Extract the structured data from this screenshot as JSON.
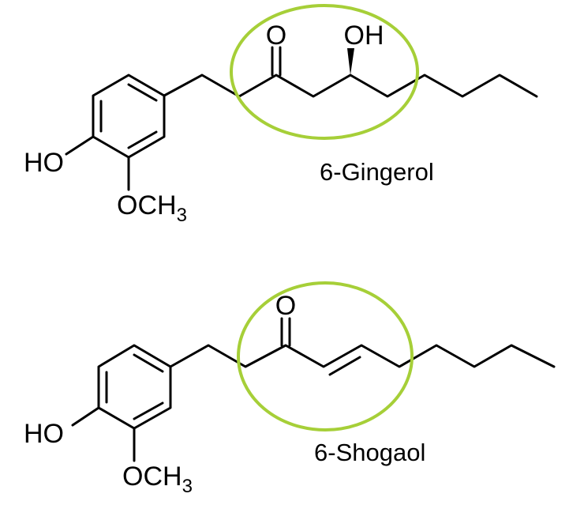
{
  "highlight_color": "#a6cf38",
  "gingerol": {
    "name": "6-Gingerol",
    "label_hydroxy": "HO",
    "label_methoxy": "OCH",
    "methoxy_subscript": "3",
    "label_carbonyl": "O",
    "label_side_hydroxy": "OH"
  },
  "shogaol": {
    "name": "6-Shogaol",
    "label_hydroxy": "HO",
    "label_methoxy": "OCH",
    "methoxy_subscript": "3",
    "label_carbonyl": "O"
  }
}
